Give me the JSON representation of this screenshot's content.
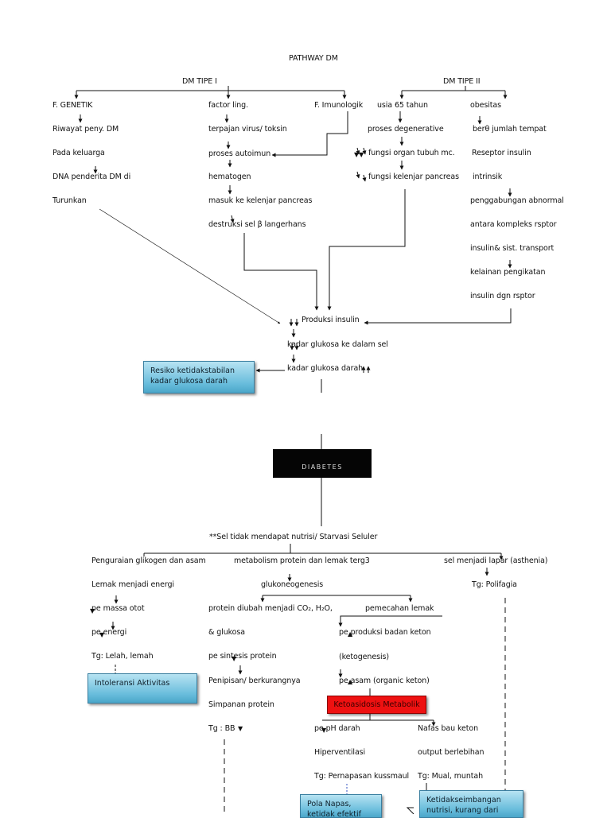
{
  "title": "PATHWAY DM",
  "branches": {
    "type1": "DM TIPE I",
    "type2": "DM TIPE II"
  },
  "type1": {
    "genetic": [
      "F. GENETIK",
      "Riwayat peny. DM",
      "Pada keluarga",
      "DNA penderita DM di",
      "Turunkan"
    ],
    "environment": [
      "factor ling.",
      "terpajan virus/ toksin",
      "proses autoimun",
      "hematogen",
      "masuk ke kelenjar pancreas",
      "destruksi sel β langerhans"
    ],
    "immunologic": "F. Imunologik"
  },
  "type2": {
    "age": [
      "usia 65 tahun",
      "proses degenerative",
      "fungsi organ tubuh mc.",
      "fungsi kelenjar pancreas"
    ],
    "obesity": [
      "obesitas",
      "berθ jumlah tempat",
      "Reseptor insulin",
      "intrinsik",
      "penggabungan abnormal",
      "antara kompleks rsptor",
      "insulin& sist. transport",
      "kelainan pengikatan",
      "insulin dgn rsptor"
    ]
  },
  "center": [
    "Produksi insulin",
    "kadar glukosa ke dalam sel",
    "kadar glukosa darah"
  ],
  "diag_risk": [
    "Resiko ketidakstabilan",
    "kadar glukosa darah"
  ],
  "diabetes_label": "DIABETES",
  "starvation": "**Sel tidak mendapat nutrisi/ Starvasi Seluler",
  "left_col": [
    "Penguraian glikogen dan asam",
    "Lemak menjadi energi",
    "pe    massa otot",
    "pe    energi",
    "Tg: Lelah, lemah"
  ],
  "diag_activity": "Intoleransi Aktivitas",
  "mid_col": {
    "header": "metabolism protein dan lemak terg3",
    "gluco": "glukoneogenesis",
    "protein": [
      "protein diubah menjadi CO₂, H₂O,",
      "& glukosa",
      "pe    sintesis protein",
      "Penipisan/ berkurangnya",
      "Simpanan protein",
      "Tg : BB"
    ],
    "fat": [
      "pemecahan lemak",
      "pe    produksi badan keton",
      "(ketogenesis)",
      "pe    asam (organic keton)"
    ]
  },
  "keto_box": "Ketoasidosis Metabolik",
  "keto_left": [
    "pe    pH darah",
    "Hiperventilasi",
    "Tg: Pernapasan kussmaul"
  ],
  "keto_right": [
    "Nafas bau keton",
    "output berlebihan",
    "Tg: Mual, muntah"
  ],
  "right_col": [
    "sel menjadi lapar (asthenia)",
    "Tg: Polifagia"
  ],
  "diag_breathing": [
    "Pola Napas,",
    "ketidak efektif"
  ],
  "diag_nutrition": [
    "Ketidakseimbangan",
    "nutrisi, kurang dari"
  ]
}
